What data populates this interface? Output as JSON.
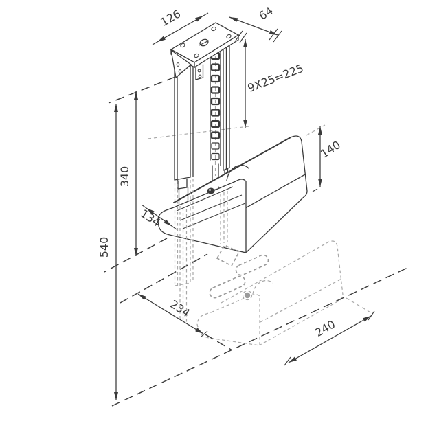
{
  "drawing": {
    "title": "cpu-holder-dimension-drawing",
    "background": "#ffffff",
    "line_color": "#3a3a3a",
    "ghost_color": "#a8a8a8",
    "dimensions": {
      "plate_width": {
        "label": "126"
      },
      "plate_depth": {
        "label": "64"
      },
      "slot_pitch": {
        "label": "9X25=225"
      },
      "holder_height": {
        "label": "140"
      },
      "column_length": {
        "label": "340"
      },
      "total_drop": {
        "label": "540"
      },
      "platform_depth": {
        "label": "134"
      },
      "lowered_depth": {
        "label": "234"
      },
      "lowered_width": {
        "label": "240"
      }
    }
  }
}
